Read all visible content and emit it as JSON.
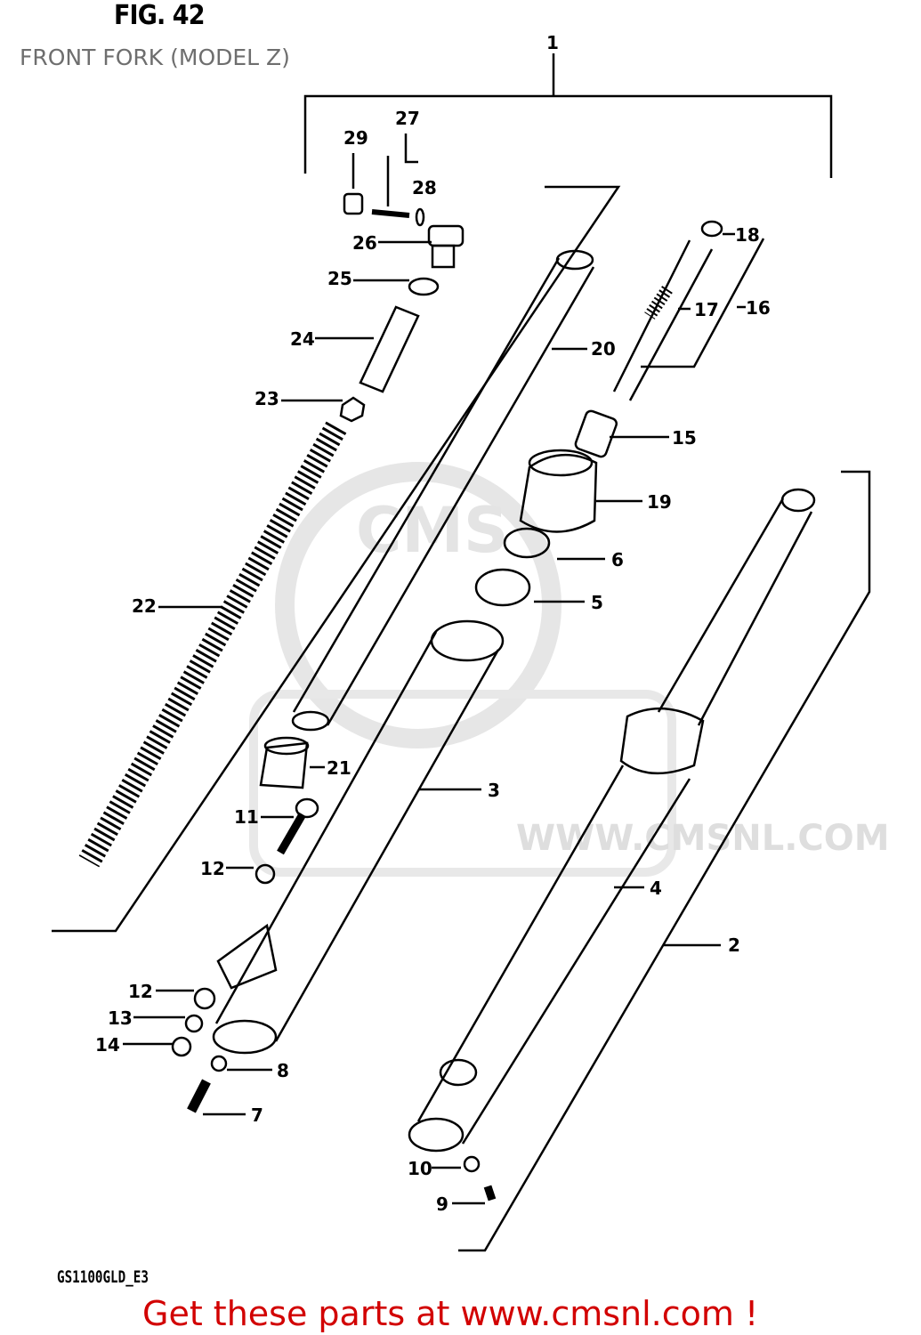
{
  "figure_label": "FIG. 42",
  "title": "FRONT FORK (MODEL Z)",
  "model_code": "GS1100GLD_E3",
  "promo": "Get these parts at www.cmsnl.com !",
  "watermark": {
    "logo": "CMS",
    "url": "WWW.CMSNL.COM"
  },
  "colors": {
    "title": "#6e6e6e",
    "promo": "#d20000",
    "lines": "#000000"
  },
  "callouts": [
    "1",
    "27",
    "29",
    "28",
    "26",
    "25",
    "24",
    "23",
    "22",
    "20",
    "18",
    "17",
    "16",
    "15",
    "19",
    "6",
    "5",
    "21",
    "3",
    "11",
    "12",
    "4",
    "2",
    "12",
    "13",
    "14",
    "8",
    "7",
    "10",
    "9"
  ]
}
